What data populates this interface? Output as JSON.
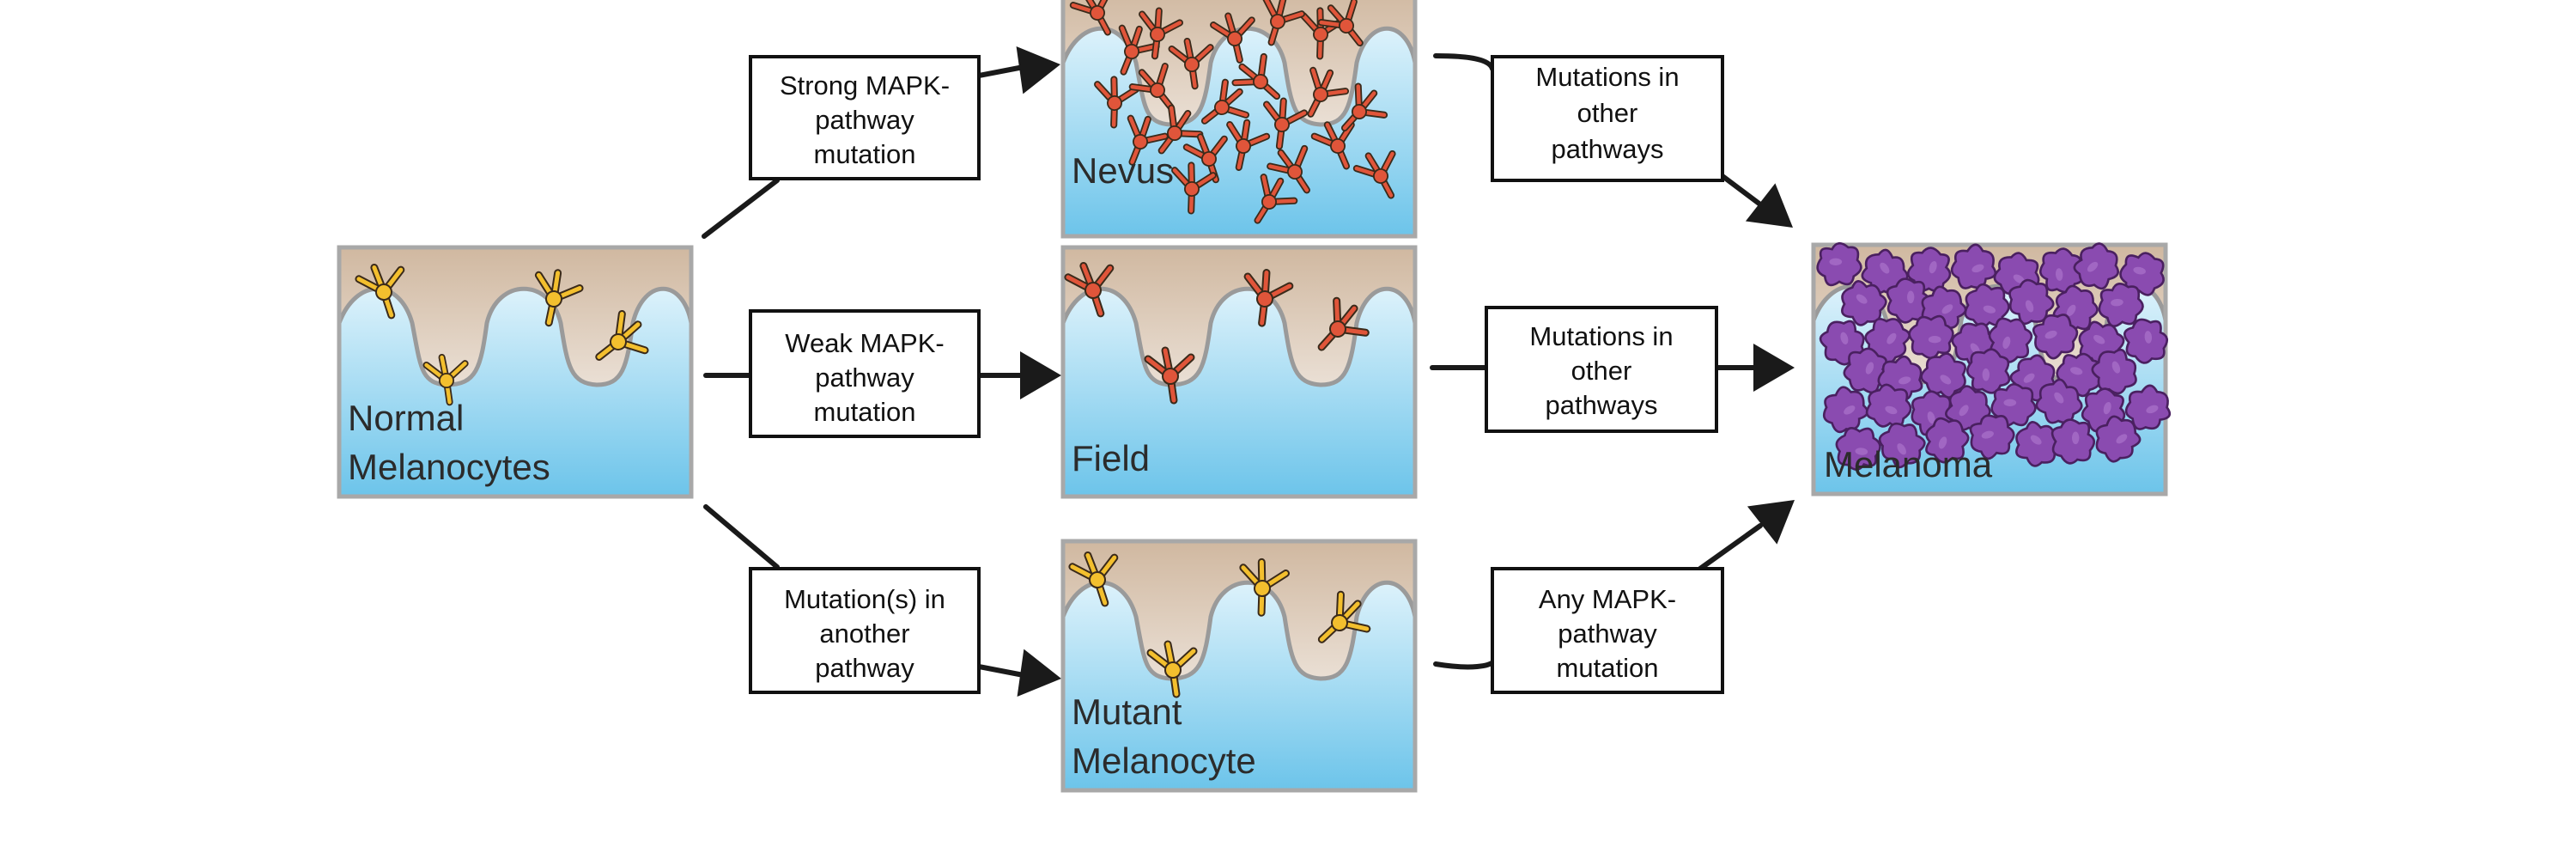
{
  "colors": {
    "tissue_top": "#d0b8a0",
    "tissue_bottom": "#ffffff",
    "dermis_top": "#ddf2fb",
    "dermis_bottom": "#6cc4ea",
    "panel_border": "#a8a8a8",
    "normal_cell": "#f3bf2e",
    "mutant_cell": "#e0553a",
    "melanoma_cell": "#8a4bb0",
    "arrow": "#1a1a1a"
  },
  "panels": {
    "normal": {
      "label_lines": [
        "Normal",
        "Melanocytes"
      ]
    },
    "nevus": {
      "label_lines": [
        "Nevus"
      ]
    },
    "field": {
      "label_lines": [
        "Field"
      ]
    },
    "mutant": {
      "label_lines": [
        "Mutant",
        "Melanocyte"
      ]
    },
    "melanoma": {
      "label_lines": [
        "Melanoma"
      ]
    }
  },
  "boxes": {
    "strong_mapk": {
      "lines": [
        "Strong MAPK-",
        "pathway",
        "mutation"
      ]
    },
    "weak_mapk": {
      "lines": [
        "Weak MAPK-",
        "pathway",
        "mutation"
      ]
    },
    "other_pathway": {
      "lines": [
        "Mutation(s) in",
        "another",
        "pathway"
      ]
    },
    "mut_other_top": {
      "lines": [
        "Mutations in",
        "other",
        "pathways"
      ]
    },
    "mut_other_mid": {
      "lines": [
        "Mutations in",
        "other",
        "pathways"
      ]
    },
    "any_mapk": {
      "lines": [
        "Any MAPK-",
        "pathway",
        "mutation"
      ]
    }
  }
}
